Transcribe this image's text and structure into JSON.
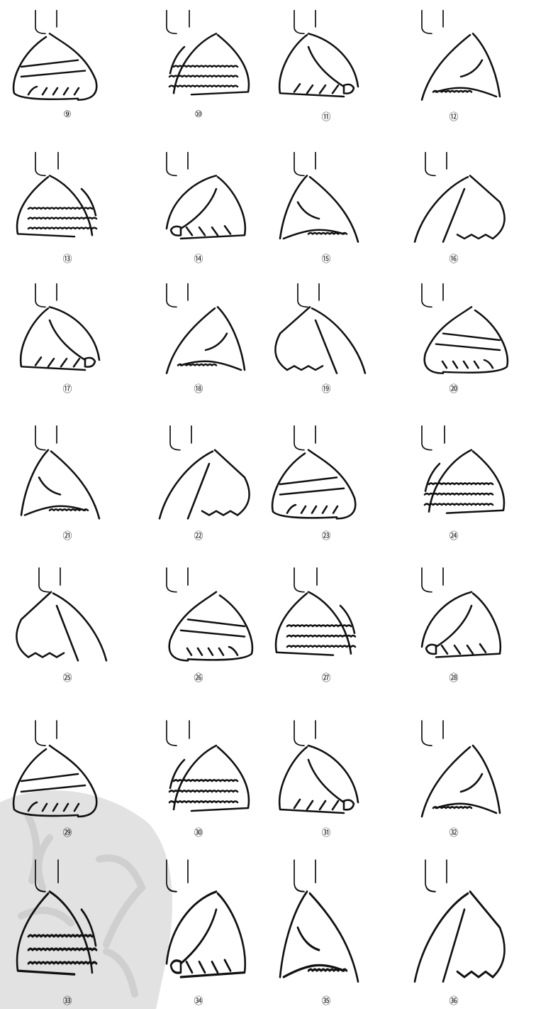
{
  "figures": [
    {
      "label": "⑨"
    },
    {
      "label": "⑩"
    },
    {
      "label": "⑪"
    },
    {
      "label": "⑫"
    },
    {
      "label": "⑬"
    },
    {
      "label": "⑭"
    },
    {
      "label": "⑮"
    },
    {
      "label": "⑯"
    },
    {
      "label": "⑰"
    },
    {
      "label": "⑱"
    },
    {
      "label": "⑲"
    },
    {
      "label": "⑳"
    },
    {
      "label": "㉑"
    },
    {
      "label": "㉒"
    },
    {
      "label": "㉓"
    },
    {
      "label": "㉔"
    },
    {
      "label": "㉕"
    },
    {
      "label": "㉖"
    },
    {
      "label": "㉗"
    },
    {
      "label": "㉘"
    },
    {
      "label": "㉙"
    },
    {
      "label": "㉚"
    },
    {
      "label": "㉛"
    },
    {
      "label": "㉜"
    },
    {
      "label": "㉝"
    },
    {
      "label": "㉞"
    },
    {
      "label": "㉟"
    },
    {
      "label": "㊱"
    }
  ],
  "watermark": {
    "text": "",
    "color": "#d8d8d8"
  },
  "line_color": "#111111"
}
